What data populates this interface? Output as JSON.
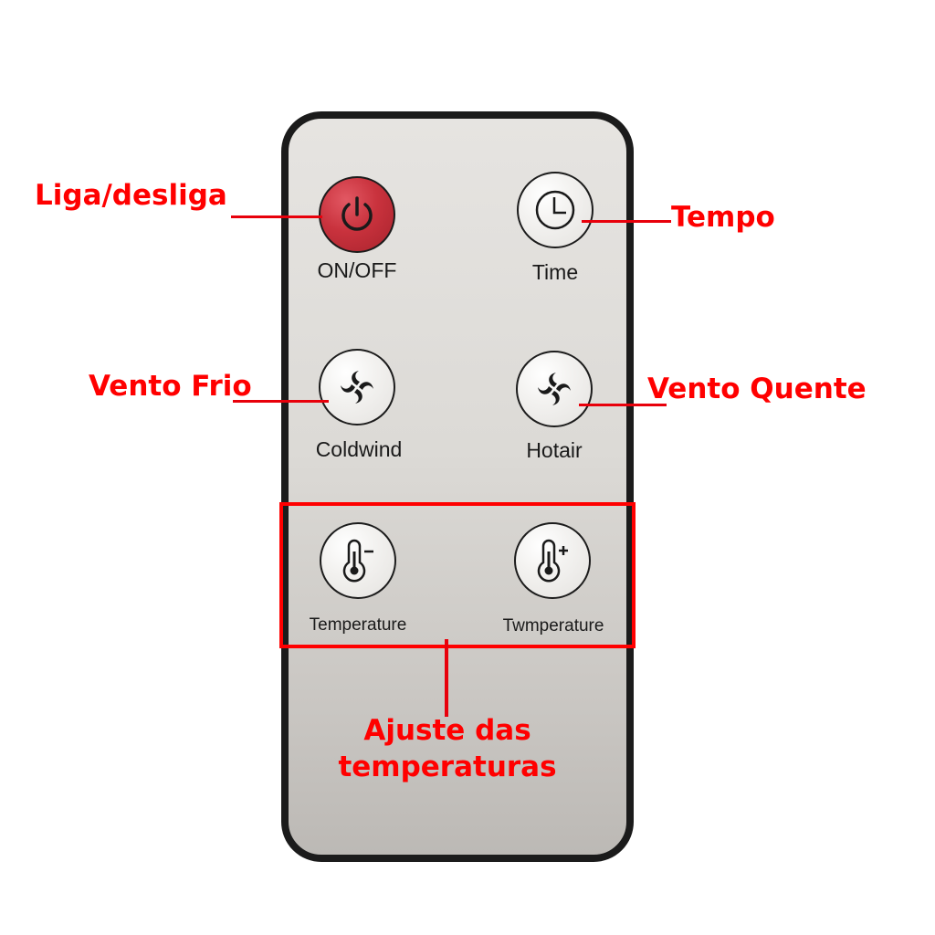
{
  "remote": {
    "buttons": [
      {
        "id": "power",
        "label": "ON/OFF",
        "icon": "power-icon"
      },
      {
        "id": "time",
        "label": "Time",
        "icon": "clock-icon"
      },
      {
        "id": "coldwind",
        "label": "Coldwind",
        "icon": "fan-icon"
      },
      {
        "id": "hotair",
        "label": "Hotair",
        "icon": "fan-icon"
      },
      {
        "id": "temp-down",
        "label": "Temperature",
        "icon": "thermometer-minus-icon"
      },
      {
        "id": "temp-up",
        "label": "Twmperature",
        "icon": "thermometer-plus-icon"
      }
    ]
  },
  "annotations": {
    "power": "Liga/desliga",
    "time": "Tempo",
    "coldwind": "Vento Frio",
    "hotair": "Vento Quente",
    "temperature_line1": "Ajuste das",
    "temperature_line2": "temperaturas"
  },
  "colors": {
    "annotation": "#ff0000",
    "power_button": "#c9323d",
    "remote_border": "#1b1b1b"
  }
}
